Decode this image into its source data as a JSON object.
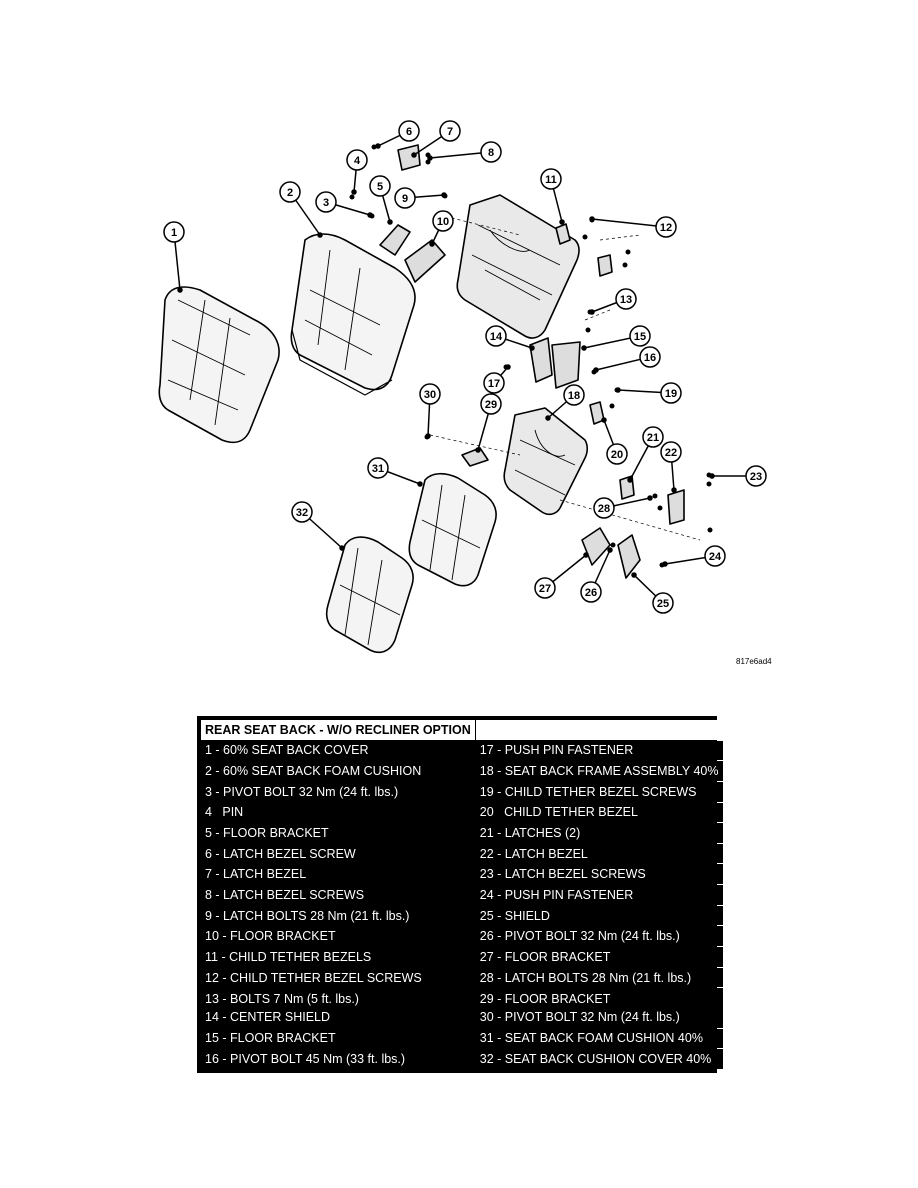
{
  "diagram": {
    "reference_code": "817e6ad4",
    "callout_numbers": [
      "1",
      "2",
      "3",
      "4",
      "5",
      "6",
      "7",
      "8",
      "9",
      "10",
      "11",
      "12",
      "13",
      "14",
      "15",
      "16",
      "17",
      "18",
      "19",
      "20",
      "21",
      "22",
      "23",
      "24",
      "25",
      "26",
      "27",
      "28",
      "29",
      "30",
      "31",
      "32"
    ]
  },
  "legend": {
    "title": "REAR SEAT BACK - W/O RECLINER OPTION",
    "rows": [
      {
        "left": "1 - 60% SEAT BACK COVER",
        "right": "17 - PUSH PIN FASTENER"
      },
      {
        "left": "2 - 60% SEAT BACK FOAM CUSHION",
        "right": "18 - SEAT BACK FRAME ASSEMBLY 40%"
      },
      {
        "left": "3 - PIVOT BOLT 32 Nm (24 ft. lbs.)",
        "right": "19 - CHILD TETHER BEZEL SCREWS"
      },
      {
        "left": "4   PIN",
        "right": "20   CHILD TETHER BEZEL"
      },
      {
        "left": "5 - FLOOR BRACKET",
        "right": "21 - LATCHES (2)"
      },
      {
        "left": "6 - LATCH BEZEL SCREW",
        "right": "22 - LATCH BEZEL"
      },
      {
        "left": "7 - LATCH BEZEL",
        "right": "23 - LATCH BEZEL SCREWS"
      },
      {
        "left": "8 - LATCH BEZEL SCREWS",
        "right": "24 - PUSH PIN FASTENER"
      },
      {
        "left": "9 - LATCH BOLTS 28 Nm (21 ft. lbs.)",
        "right": "25 - SHIELD"
      },
      {
        "left": "10 - FLOOR BRACKET",
        "right": "26 - PIVOT BOLT 32 Nm (24 ft. lbs.)"
      },
      {
        "left": "11 - CHILD TETHER BEZELS",
        "right": "27 - FLOOR BRACKET"
      },
      {
        "left": "12 - CHILD TETHER BEZEL SCREWS",
        "right": "28 - LATCH BOLTS 28 Nm (21 ft. lbs.)"
      },
      {
        "left": "13 - BOLTS 7 Nm (5 ft. lbs.)",
        "left2": "14 - CENTER SHIELD",
        "right": "29 - FLOOR BRACKET",
        "right2": "30 - PIVOT BOLT 32 Nm (24 ft. lbs.)"
      },
      {
        "left": "15 - FLOOR BRACKET",
        "right": "31 - SEAT BACK FOAM CUSHION 40%"
      },
      {
        "left": "16 - PIVOT BOLT 45 Nm (33 ft. lbs.)",
        "right": "32 - SEAT BACK CUSHION COVER 40%"
      }
    ]
  }
}
